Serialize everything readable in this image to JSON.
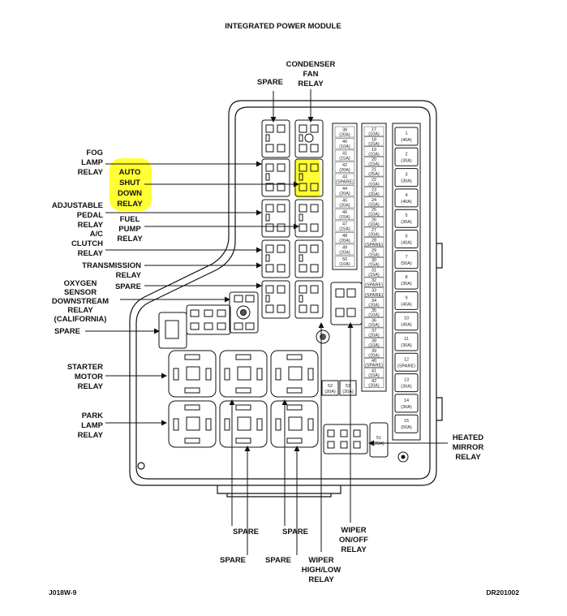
{
  "title": "INTEGRATED POWER MODULE",
  "labels_top": {
    "spare": "SPARE",
    "condenser_fan_relay": [
      "CONDENSER",
      "FAN",
      "RELAY"
    ]
  },
  "labels_left": {
    "fog_lamp_relay": [
      "FOG",
      "LAMP",
      "RELAY"
    ],
    "auto_shut_down_relay": [
      "AUTO",
      "SHUT",
      "DOWN",
      "RELAY"
    ],
    "adjustable_pedal_relay": [
      "ADJUSTABLE",
      "PEDAL",
      "RELAY"
    ],
    "fuel_pump_relay": [
      "FUEL",
      "PUMP",
      "RELAY"
    ],
    "ac_clutch_relay": [
      "A/C",
      "CLUTCH",
      "RELAY"
    ],
    "transmission_relay": [
      "TRANSMISSION",
      "RELAY"
    ],
    "spare_mid": "SPARE",
    "oxygen_sensor_relay": [
      "OXYGEN",
      "SENSOR",
      "DOWNSTREAM",
      "RELAY",
      "(CALIFORNIA)"
    ],
    "spare_low": "SPARE",
    "starter_motor_relay": [
      "STARTER",
      "MOTOR",
      "RELAY"
    ],
    "park_lamp_relay": [
      "PARK",
      "LAMP",
      "RELAY"
    ]
  },
  "labels_right": {
    "heated_mirror_relay": [
      "HEATED",
      "MIRROR",
      "RELAY"
    ]
  },
  "labels_bottom": {
    "spare_1": "SPARE",
    "spare_2": "SPARE",
    "spare_3": "SPARE",
    "spare_4": "SPARE",
    "wiper_on_off_relay": [
      "WIPER",
      "ON/OFF",
      "RELAY"
    ],
    "wiper_high_low_relay": [
      "WIPER",
      "HIGH/LOW",
      "RELAY"
    ]
  },
  "footer": {
    "left_code": "J018W-9",
    "right_code": "DR201002"
  },
  "mini_fuses_col1": [
    {
      "n": "38",
      "a": "(20A)"
    },
    {
      "n": "40",
      "a": "(10A)"
    },
    {
      "n": "41",
      "a": "(15A)"
    },
    {
      "n": "42",
      "a": "(20A)"
    },
    {
      "n": "43",
      "a": "(SPARE)"
    },
    {
      "n": "44",
      "a": "(20A)"
    },
    {
      "n": "45",
      "a": "(20A)"
    },
    {
      "n": "46",
      "a": "(15A)"
    },
    {
      "n": "47",
      "a": "(15A)"
    },
    {
      "n": "48",
      "a": "(20A)"
    },
    {
      "n": "49",
      "a": "(20A)"
    },
    {
      "n": "50",
      "a": "(10A)"
    }
  ],
  "mini_fuses_col2": [
    {
      "n": "17",
      "a": "(10A)"
    },
    {
      "n": "18",
      "a": "(15A)"
    },
    {
      "n": "19",
      "a": "(10A)"
    },
    {
      "n": "20",
      "a": "(15A)"
    },
    {
      "n": "21",
      "a": "(25A)"
    },
    {
      "n": "22",
      "a": "(10A)"
    },
    {
      "n": "23",
      "a": "(20A)"
    },
    {
      "n": "24",
      "a": "(15A)"
    },
    {
      "n": "25",
      "a": "(10A)"
    },
    {
      "n": "26",
      "a": "(10A)"
    },
    {
      "n": "27",
      "a": "(20A)"
    },
    {
      "n": "28",
      "a": "(SPARE)"
    },
    {
      "n": "29",
      "a": "(15A)"
    },
    {
      "n": "30",
      "a": "(15A)"
    },
    {
      "n": "31",
      "a": "(15A)"
    },
    {
      "n": "32",
      "a": "(SPARE)"
    },
    {
      "n": "33",
      "a": "(SPARE)"
    },
    {
      "n": "34",
      "a": "(20A)"
    },
    {
      "n": "35",
      "a": "(10A)"
    },
    {
      "n": "36",
      "a": "(15A)"
    },
    {
      "n": "37",
      "a": "(20A)"
    },
    {
      "n": "38",
      "a": "(10A)"
    },
    {
      "n": "39",
      "a": "(20A)"
    },
    {
      "n": "40",
      "a": "(SPARE)"
    },
    {
      "n": "41",
      "a": "(15A)"
    },
    {
      "n": "42",
      "a": "(20A)"
    }
  ],
  "large_fuses": [
    {
      "n": "1",
      "a": "(40A)"
    },
    {
      "n": "2",
      "a": "(30A)"
    },
    {
      "n": "3",
      "a": "(30A)"
    },
    {
      "n": "4",
      "a": "(40A)"
    },
    {
      "n": "5",
      "a": "(30A)"
    },
    {
      "n": "6",
      "a": "(40A)"
    },
    {
      "n": "7",
      "a": "(50A)"
    },
    {
      "n": "8",
      "a": "(30A)"
    },
    {
      "n": "9",
      "a": "(40A)"
    },
    {
      "n": "10",
      "a": "(40A)"
    },
    {
      "n": "11",
      "a": "(30A)"
    },
    {
      "n": "12",
      "a": "(SPARE)"
    },
    {
      "n": "13",
      "a": "(30A)"
    },
    {
      "n": "14",
      "a": "(30A)"
    },
    {
      "n": "15",
      "a": "(50A)"
    }
  ],
  "small_fuses_center": [
    {
      "n": "52",
      "a": "(20A)"
    },
    {
      "n": "53",
      "a": "(20A)"
    }
  ],
  "small_fuse_lower_right": {
    "n": "51",
    "a": "(20A)"
  },
  "highlight_color": "#ffff33"
}
